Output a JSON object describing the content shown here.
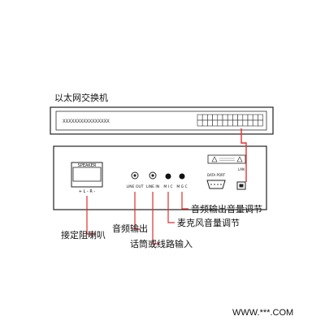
{
  "switch": {
    "label": "以太网交换机",
    "led_pattern": "XXXXXXXXXXXXXXXX"
  },
  "device": {
    "speaker_label": "SPEAKER",
    "speaker_polarity": "+ L - R -",
    "port_labels": {
      "line_out": "LINE OUT",
      "line_in": "LINE IN",
      "mic": "M I C",
      "mgc": "M G C",
      "data_port": "DATA PORT",
      "lan": "LAN"
    }
  },
  "callouts": {
    "speaker": "接定阻喇叭",
    "line_out": "音频输出",
    "line_in": "话筒或线路输入",
    "mic": "麦克风音量调节",
    "mgc": "音频输出音量调节"
  },
  "watermark": "WWW.***.COM"
}
